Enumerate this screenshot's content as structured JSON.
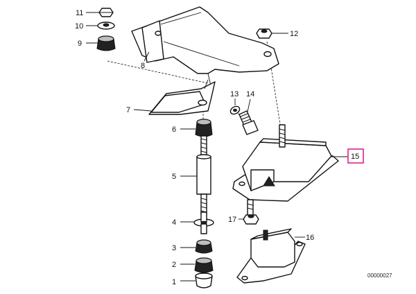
{
  "callouts": {
    "c1": "1",
    "c2": "2",
    "c3": "3",
    "c4": "4",
    "c5": "5",
    "c6": "6",
    "c7": "7",
    "c8": "8",
    "c9": "9",
    "c10": "10",
    "c11": "11",
    "c12": "12",
    "c13": "13",
    "c14": "14",
    "c15": "15",
    "c16": "16",
    "c17": "17"
  },
  "highlight_color": "#e0218a",
  "diagram_code": "00000027"
}
